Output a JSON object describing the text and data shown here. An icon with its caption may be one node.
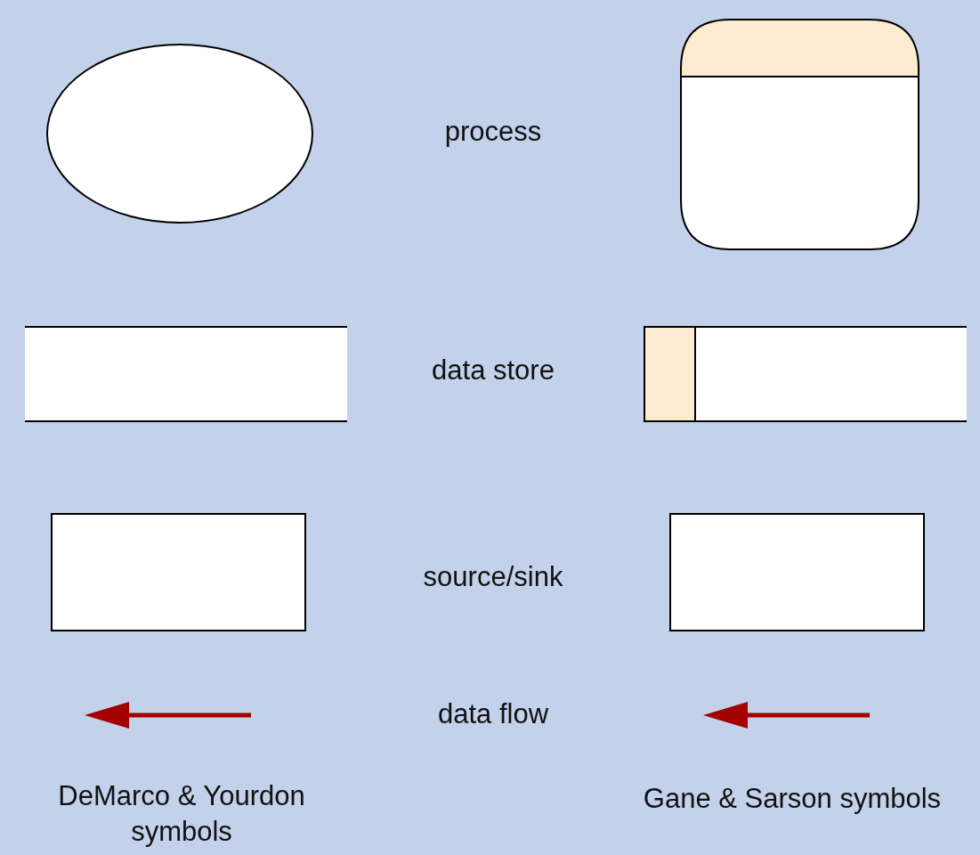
{
  "diagram": {
    "nodes": [
      {
        "text": [],
        "shape": "ellipse"
      },
      {
        "text": [],
        "shape": "box"
      },
      {
        "text": [],
        "shape": "box"
      },
      {
        "text": [],
        "shape": "box"
      },
      {
        "text": [],
        "shape": "box"
      },
      {
        "text": [],
        "shape": "box"
      }
    ],
    "labels": [
      "process",
      "data store",
      "source/sink",
      "data flow",
      "DeMarco & Yourdon symbols",
      "Gane & Sarson symbols"
    ]
  }
}
